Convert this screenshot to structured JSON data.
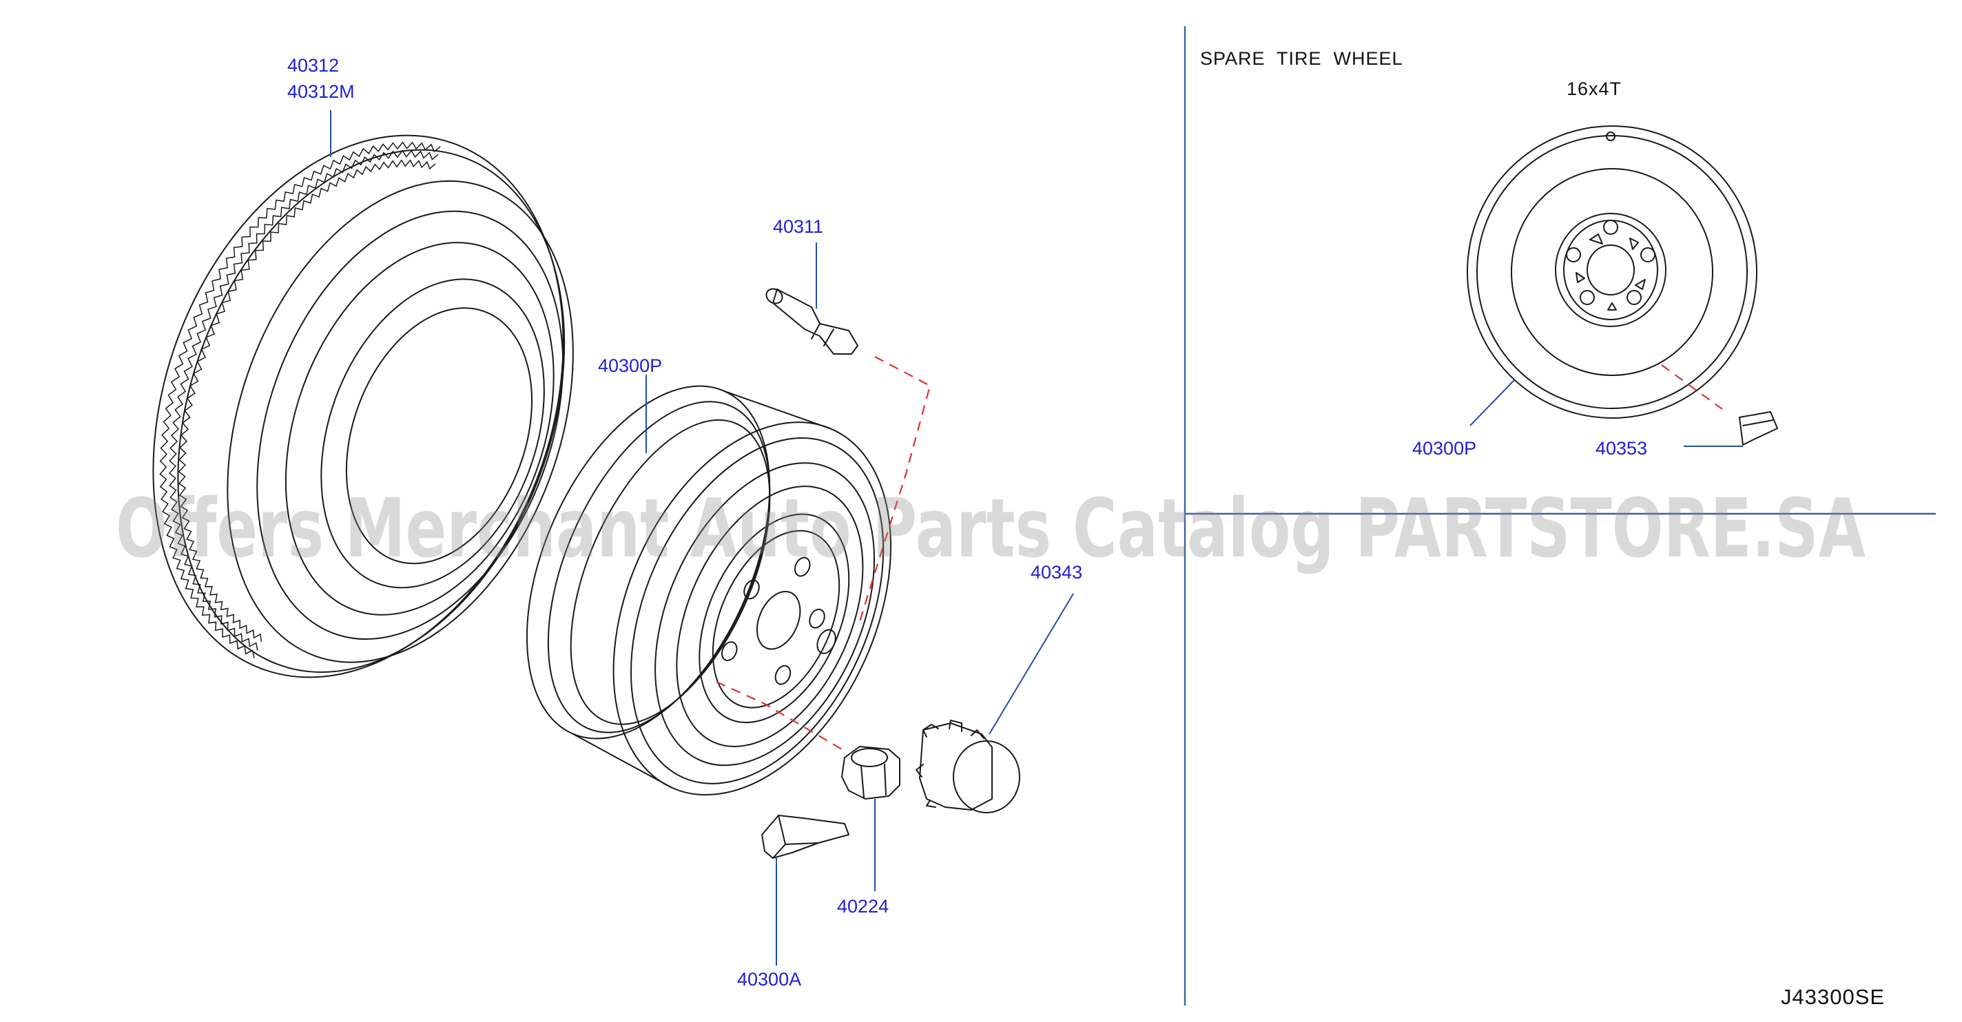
{
  "parts": {
    "tire": [
      "40312",
      "40312M"
    ],
    "valve": "40311",
    "wheel": "40300P",
    "cap": "40343",
    "nut": "40224",
    "weight": "40300A",
    "spare_wheel": "40300P",
    "spare_weight": "40353"
  },
  "spare": {
    "title": "SPARE  TIRE  WHEEL",
    "size": "16x4T"
  },
  "diagram_code": "J43300SE",
  "watermark": "Offers Merchant Auto Parts Catalog PARTSTORE.SA",
  "colors": {
    "label": "#1f1fd8",
    "leader": "#1f4fa8",
    "dashed": "#e0312f",
    "separator": "#3b5fae",
    "line": "#1a1a1a"
  },
  "icons": [
    "tire-icon",
    "wheel-icon",
    "valve-icon",
    "center-cap-icon",
    "wheel-nut-icon",
    "balance-weight-icon",
    "spare-wheel-icon"
  ]
}
